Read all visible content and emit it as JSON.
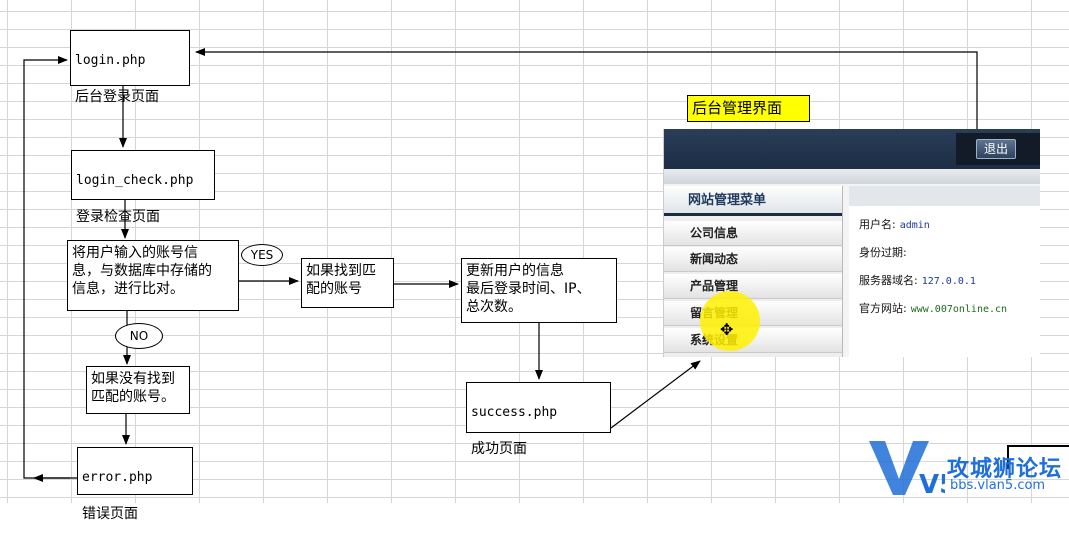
{
  "boxes": {
    "login": {
      "file": "login.php",
      "desc": "后台登录页面"
    },
    "login_check": {
      "file": "login_check.php",
      "desc": "登录检查页面"
    },
    "compare": {
      "text": "将用户输入的账号信\n息，与数据库中存储的\n信息，进行比对。"
    },
    "found": {
      "text": "如果找到匹\n配的账号"
    },
    "update": {
      "text": "更新用户的信息\n最后登录时间、IP、\n总次数。"
    },
    "not_found": {
      "text": "如果没有找到\n匹配的账号。"
    },
    "success": {
      "file": "success.php",
      "desc": "成功页面"
    },
    "error": {
      "file": "error.php",
      "desc": "错误页面"
    }
  },
  "labels": {
    "yes": "YES",
    "no": "NO"
  },
  "admin_screenshot": {
    "caption": "后台管理界面",
    "logout_button": "退出",
    "exclamation": "!",
    "menu_title": "网站管理菜单",
    "menu_items": [
      "公司信息",
      "新闻动态",
      "产品管理",
      "留言管理",
      "系统设置"
    ],
    "info": [
      {
        "label": "用户名:",
        "value": "admin"
      },
      {
        "label": "身份过期:",
        "value": ""
      },
      {
        "label": "服务器域名:",
        "value": "127.0.0.1"
      },
      {
        "label": "官方网站:",
        "value": "www.007online.cn"
      }
    ]
  },
  "watermark": {
    "logo": "V5",
    "text": "攻城狮论坛",
    "url": "bbs.vlan5.com"
  },
  "colors": {
    "caption_bg": "#ffff00",
    "header_bg": "#1c2d44",
    "highlight": "#fff000",
    "watermark": "#1f6fd8"
  }
}
